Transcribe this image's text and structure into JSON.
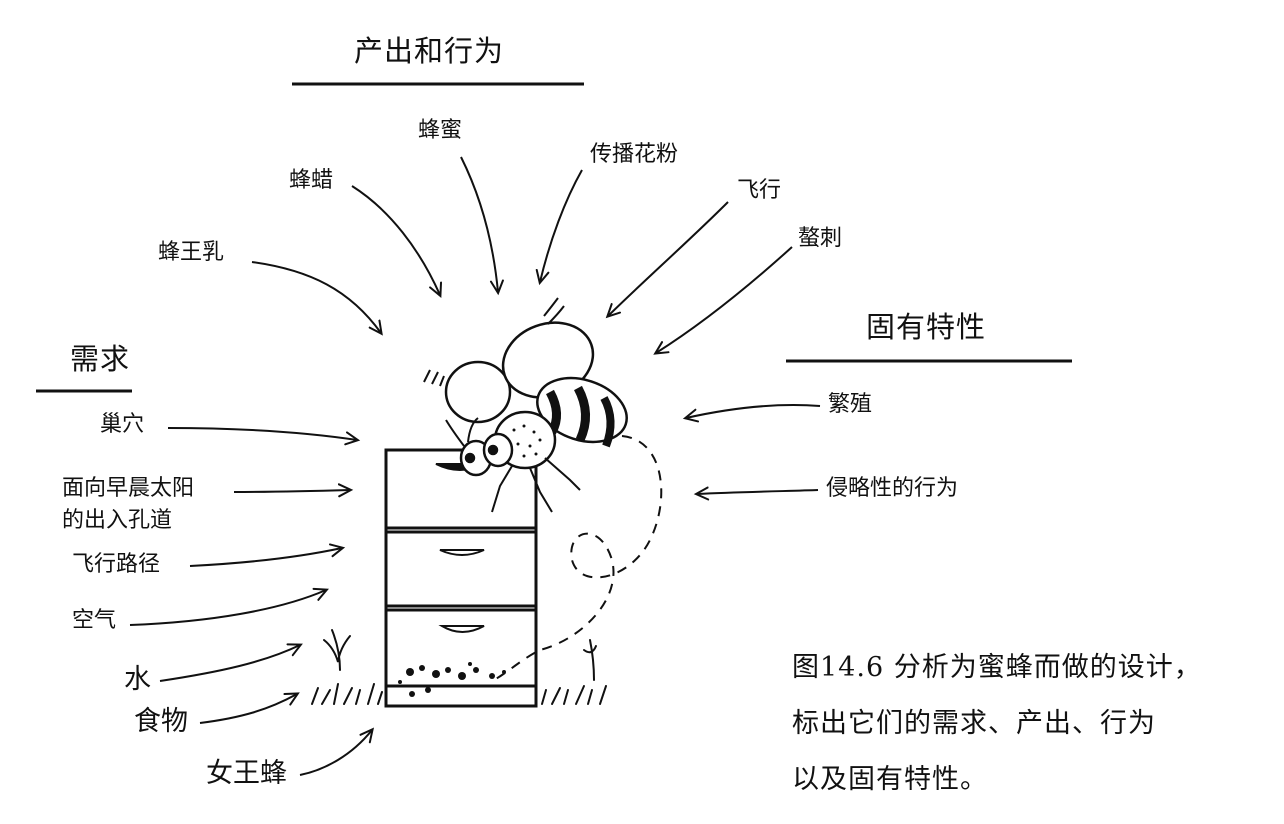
{
  "headers": {
    "outputs": "产出和行为",
    "needs": "需求",
    "traits": "固有特性"
  },
  "outputs": [
    "蜂王乳",
    "蜂蜡",
    "蜂蜜",
    "传播花粉",
    "飞行",
    "螯刺"
  ],
  "needs": [
    "巢穴",
    "面向早晨太阳",
    "的出入孔道",
    "飞行路径",
    "空气",
    "水",
    "食物",
    "女王蜂"
  ],
  "traits": [
    "繁殖",
    "侵略性的行为"
  ],
  "caption": {
    "line1": "图14.6 分析为蜜蜂而做的设计，",
    "line2": "标出它们的需求、产出、行为",
    "line3": "以及固有特性。"
  },
  "colors": {
    "ink": "#111111",
    "background": "#ffffff"
  }
}
